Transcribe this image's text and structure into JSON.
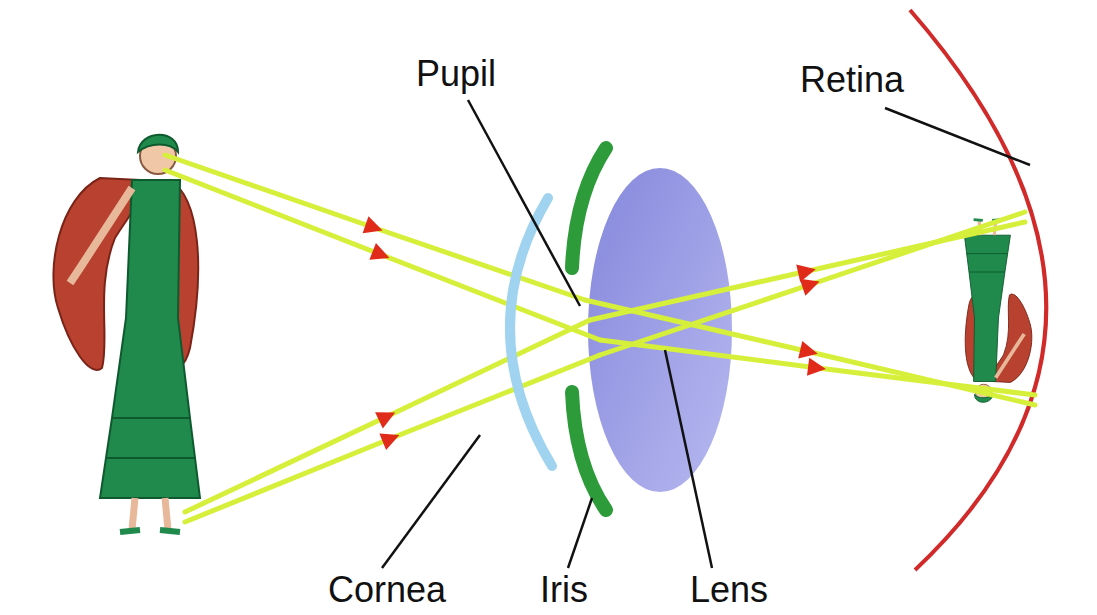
{
  "diagram": {
    "labels": [
      "Pupil",
      "Retina",
      "Cornea",
      "Iris",
      "Lens"
    ]
  }
}
